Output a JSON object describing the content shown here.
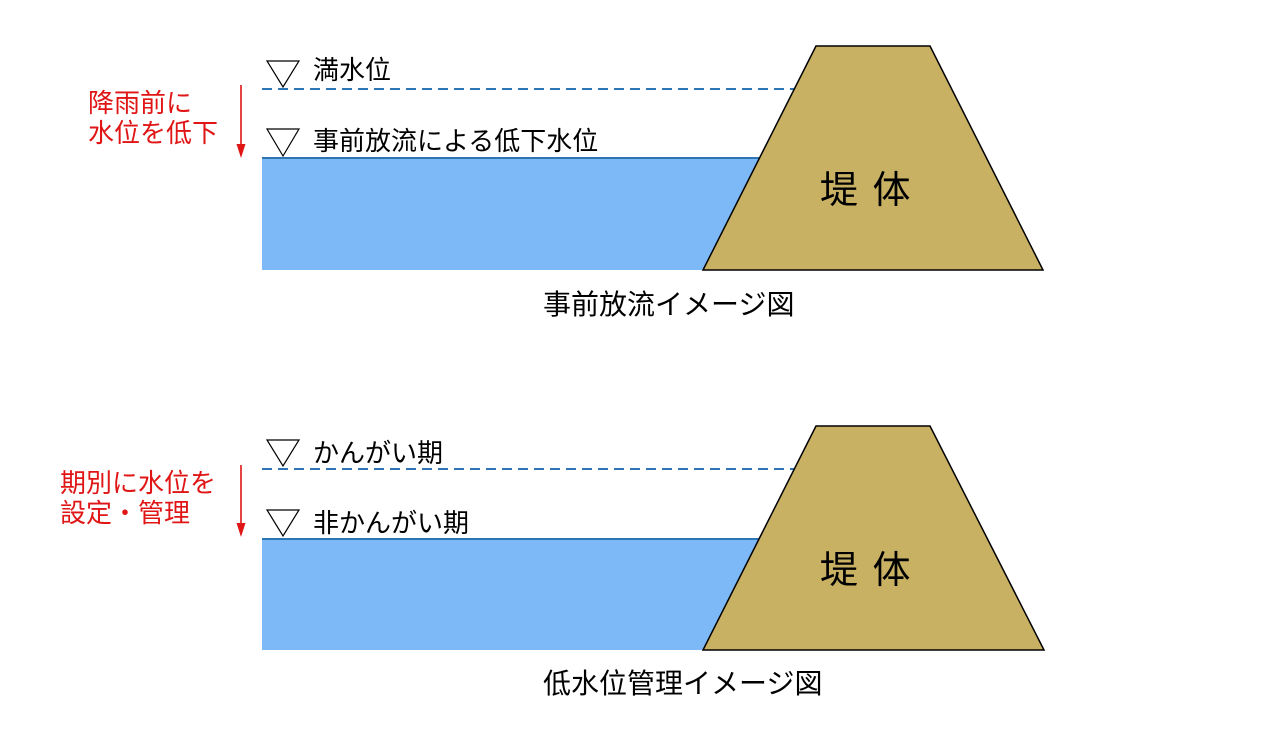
{
  "colors": {
    "water_fill": "#7EB9F7",
    "water_surface_line": "#2E75B6",
    "dashed_level_line": "#2E75B6",
    "dam_fill": "#C9B164",
    "dam_stroke": "#000000",
    "red_accent": "#E01515",
    "text": "#000000"
  },
  "diagram_top": {
    "red_note_line1": "降雨前に",
    "red_note_line2": "水位を低下",
    "full_level_label": "満水位",
    "lowered_level_label": "事前放流による低下水位",
    "dam_label": "堤 体",
    "caption": "事前放流イメージ図"
  },
  "diagram_bottom": {
    "red_note_line1": "期別に水位を",
    "red_note_line2": "設定・管理",
    "upper_level_label": "かんがい期",
    "lower_level_label": "非かんがい期",
    "dam_label": "堤 体",
    "caption": "低水位管理イメージ図"
  }
}
